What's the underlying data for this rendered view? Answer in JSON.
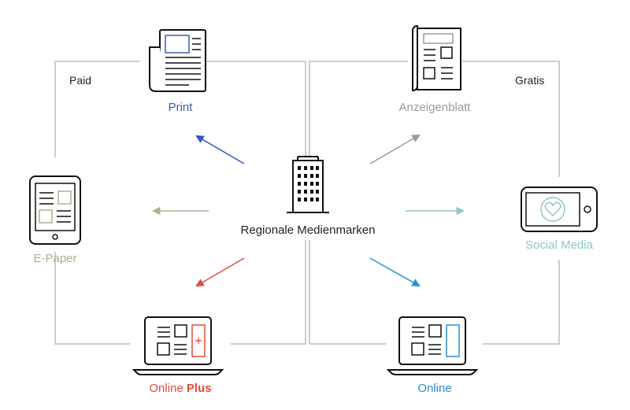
{
  "diagram": {
    "center": {
      "label": "Regionale Medienmarken"
    },
    "regions": {
      "paid": "Paid",
      "free": "Gratis"
    },
    "channels": {
      "print": {
        "label": "Print",
        "color": "#3a5bb5"
      },
      "anzeigen": {
        "label": "Anzeigenblatt",
        "color": "#9b9b9b"
      },
      "epaper": {
        "label": "E-Paper",
        "color": "#b5ab97"
      },
      "social": {
        "label": "Social Media",
        "color": "#8cc7c9"
      },
      "onlineplus": {
        "label_a": "Online",
        "label_b": "Plus",
        "color": "#e64b3c"
      },
      "online": {
        "label": "Online",
        "color": "#2a8fd0"
      }
    },
    "colors": {
      "frame": "#bdbdbd",
      "icon": "#111111",
      "arrow_print": "#2f54c9",
      "arrow_anzeigen": "#9a9a9a",
      "arrow_epaper": "#b5ab97",
      "arrow_social": "#8cc7c9",
      "arrow_onlineplus": "#e64b3c",
      "arrow_online": "#2a8fd0"
    }
  }
}
